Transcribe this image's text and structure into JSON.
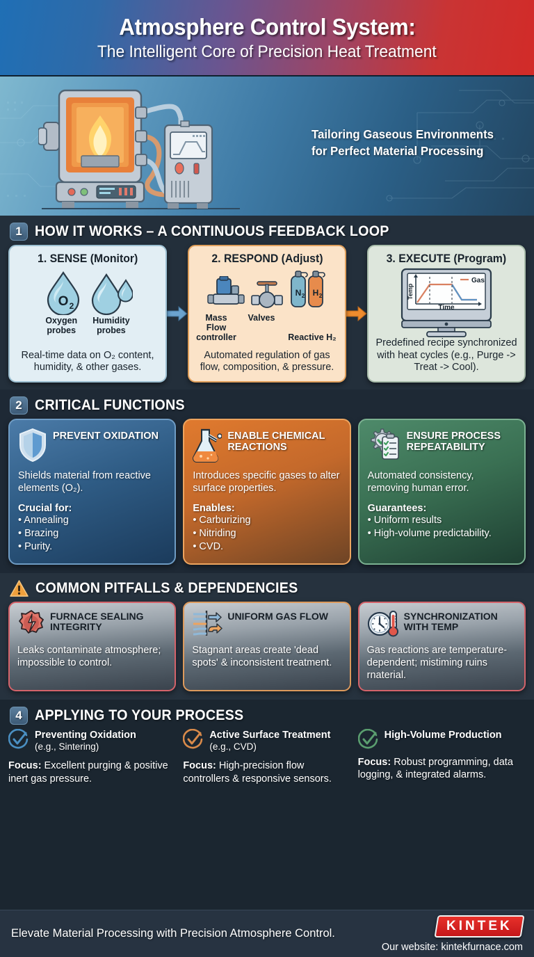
{
  "header": {
    "title": "Atmosphere Control System:",
    "subtitle": "The Intelligent Core of Precision Heat Treatment"
  },
  "hero": {
    "tagline_line1": "Tailoring Gaseous Environments",
    "tagline_line2": "for Perfect Material Processing"
  },
  "section1": {
    "number": "1",
    "title": "HOW IT WORKS – A CONTINUOUS FEEDBACK LOOP",
    "cards": [
      {
        "title": "1. SENSE (Monitor)",
        "icon_labels": [
          "Oxygen probes",
          "Humidity probes"
        ],
        "icon_label_1_line1": "Oxygen",
        "icon_label_1_line2": "probes",
        "icon_label_2_line1": "Humidity",
        "icon_label_2_line2": "probes",
        "drop_text": "O₂",
        "body": "Real-time data on O₂ content, humidity, & other gases."
      },
      {
        "title": "2. RESPOND (Adjust)",
        "icon_label_1": "Mass Flow controller",
        "icon_label_2": "Valves",
        "cylinder_1": "N₂",
        "cylinder_2": "H₂",
        "icon_label_3": "Reactive H₂",
        "body": "Automated regulation of gas flow, composition, & pressure."
      },
      {
        "title": "3. EXECUTE (Program)",
        "chart_y_label": "Temp",
        "chart_x_label": "Time",
        "chart_legend": "Gas",
        "body": "Predefined recipe synchronized with heat cycles (e.g., Purge -> Treat -> Cool)."
      }
    ],
    "arrow1_color": "#6ba3cf",
    "arrow2_color": "#ef8c2e"
  },
  "section2": {
    "number": "2",
    "title": "CRITICAL FUNCTIONS",
    "cards": [
      {
        "icon": "shield-icon",
        "title": "PREVENT OXIDATION",
        "body": "Shields material from reactive elements (O₂).",
        "sub": "Crucial for:",
        "list": [
          "• Annealing",
          "• Brazing",
          "• Purity."
        ],
        "color": "#4b7ba8"
      },
      {
        "icon": "flask-icon",
        "title": "ENABLE CHEMICAL REACTIONS",
        "body": "Introduces specific gases to alter surface properties.",
        "sub": "Enables:",
        "list": [
          "• Carburizing",
          "• Nitriding",
          "• CVD."
        ],
        "color": "#e07a2e"
      },
      {
        "icon": "gear-clipboard-icon",
        "title": "ENSURE PROCESS REPEATABILITY",
        "body": "Automated consistency, removing human error.",
        "sub": "Guarantees:",
        "list": [
          "• Uniform results",
          "• High-volume predictability."
        ],
        "color": "#4e8a6a"
      }
    ]
  },
  "section3": {
    "icon": "warning-triangle-icon",
    "title": "COMMON PITFALLS & DEPENDENCIES",
    "cards": [
      {
        "icon": "cracked-seal-icon",
        "title": "FURNACE SEALING INTEGRITY",
        "body": "Leaks contaminate atmosphere; impossible to control.",
        "border": "#d4636a"
      },
      {
        "icon": "gas-flow-arrows-icon",
        "title": "UNIFORM GAS FLOW",
        "body": "Stagnant areas create 'dead spots' & inconsistent treatment.",
        "border": "#dd9a5c"
      },
      {
        "icon": "clock-thermometer-icon",
        "title": "SYNCHRONIZATION WITH TEMP",
        "body": "Gas reactions are temperature-dependent; mistiming ruins rnaterial.",
        "border": "#d4636a"
      }
    ]
  },
  "section4": {
    "number": "4",
    "title": "APPLYING TO YOUR PROCESS",
    "items": [
      {
        "icon": "check-circle-icon",
        "color": "#4a8fc2",
        "title_bold": "Preventing Oxidation",
        "title_normal": "(e.g., Sintering)",
        "focus_label": "Focus:",
        "focus_text": " Excellent purging & positive inert gas pressure."
      },
      {
        "icon": "check-circle-icon",
        "color": "#d98a4a",
        "title_bold": "Active Surface Treatment",
        "title_normal": "(e.g., CVD)",
        "focus_label": "Focus:",
        "focus_text": " High-precision flow controllers & responsive sensors."
      },
      {
        "icon": "check-circle-icon",
        "color": "#5a9e6f",
        "title_bold": "High-Volume Production",
        "title_normal": "",
        "focus_label": "Focus:",
        "focus_text": " Robust programming, data logging, & integrated alarms."
      }
    ]
  },
  "footer": {
    "tagline": "Elevate Material Processing with Precision Atmosphere Control.",
    "logo": "KINTEK",
    "website": "Our website: kintekfurnace.com"
  }
}
